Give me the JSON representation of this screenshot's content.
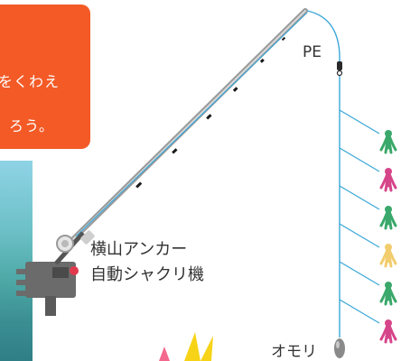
{
  "panel": {
    "line1": "をくわえ",
    "line2": "ろう。"
  },
  "labels": {
    "pe": "PE",
    "machine_line1": "横山アンカー",
    "machine_line2": "自動シャクリ機",
    "sinker": "オモリ"
  },
  "colors": {
    "panel_bg": "#f35a26",
    "line": "#3aa7d8",
    "lure_green": "#3aa86a",
    "lure_pink": "#d6458a",
    "lure_yellow": "#f2cd6e",
    "machine": "#6b6b6b",
    "burst_pink": "#f4688e",
    "burst_yellow": "#f7d317"
  },
  "lures": [
    {
      "color": "green"
    },
    {
      "color": "pink"
    },
    {
      "color": "green"
    },
    {
      "color": "yellow"
    },
    {
      "color": "green"
    },
    {
      "color": "pink"
    }
  ]
}
